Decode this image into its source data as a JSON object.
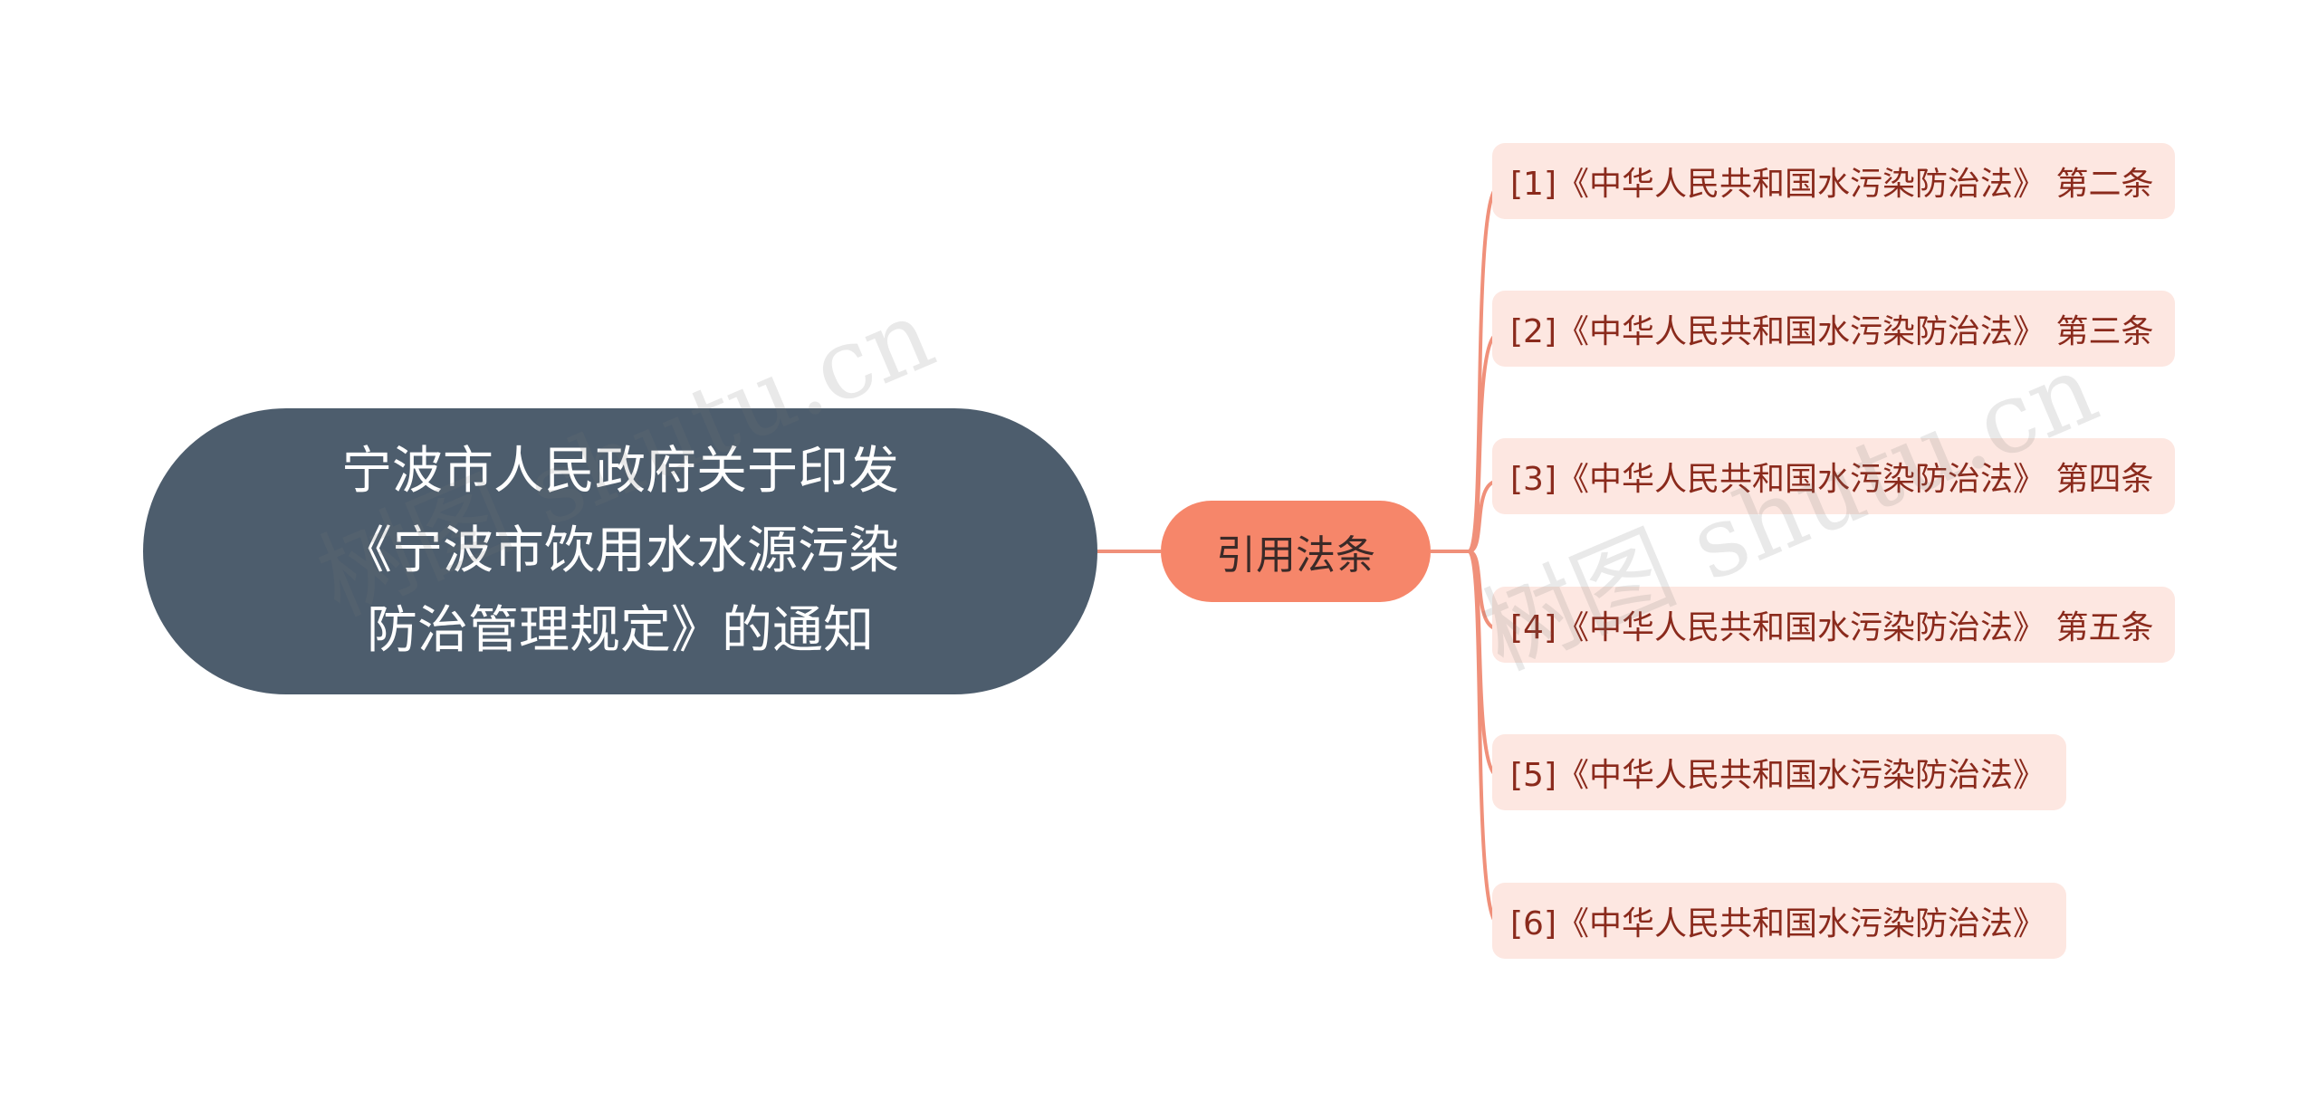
{
  "root": {
    "title": "宁波市人民政府关于印发\n《宁波市饮用水水源污染\n防治管理规定》的通知"
  },
  "branch": {
    "label": "引用法条"
  },
  "leaves": [
    {
      "label": "[1]《中华人民共和国水污染防治法》 第二条"
    },
    {
      "label": "[2]《中华人民共和国水污染防治法》 第三条"
    },
    {
      "label": "[3]《中华人民共和国水污染防治法》 第四条"
    },
    {
      "label": "[4]《中华人民共和国水污染防治法》 第五条"
    },
    {
      "label": "[5]《中华人民共和国水污染防治法》"
    },
    {
      "label": "[6]《中华人民共和国水污染防治法》"
    }
  ],
  "watermark": {
    "left": "树图 shutu.cn",
    "right": "树图 shutu.cn"
  },
  "colors": {
    "root_fill": "#4d5d6d",
    "branch_fill": "#f6866a",
    "leaf_fill": "#fde7e1",
    "leaf_text": "#8a2a1c",
    "connector": "#f0907a"
  }
}
